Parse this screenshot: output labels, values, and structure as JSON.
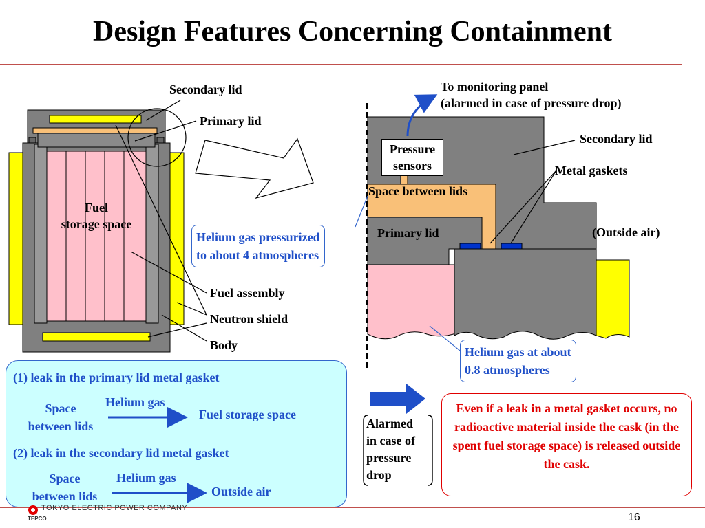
{
  "title": "Design Features Concerning Containment",
  "left_diagram": {
    "fuel_storage_label": [
      "Fuel",
      "storage space"
    ],
    "secondary_lid": "Secondary lid",
    "primary_lid": "Primary lid",
    "fuel_assembly": "Fuel assembly",
    "neutron_shield": "Neutron shield",
    "body": "Body",
    "helium_callout": [
      "Helium gas pressurized",
      "to about 4 atmospheres"
    ]
  },
  "right_diagram": {
    "monitoring": [
      "To monitoring panel",
      "(alarmed in case of pressure drop)"
    ],
    "secondary_lid": "Secondary lid",
    "pressure_sensors": [
      "Pressure",
      "sensors"
    ],
    "metal_gaskets": "Metal gaskets",
    "space_between_lids": "Space between lids",
    "primary_lid": "Primary lid",
    "outside_air": "(Outside air)",
    "helium_callout": [
      "Helium gas at about",
      "0.8 atmospheres"
    ]
  },
  "leak_cases": {
    "case1_title": "(1) leak in the primary lid metal gasket",
    "case1_from": [
      "Space",
      "between lids"
    ],
    "case1_gas": "Helium gas",
    "case1_to": "Fuel storage space",
    "case2_title": "(2) leak in the secondary lid metal gasket",
    "case2_from": [
      "Space",
      "between lids"
    ],
    "case2_gas": "Helium gas",
    "case2_to": "Outside air"
  },
  "alarm_text": [
    "Alarmed",
    "in case of",
    "pressure",
    "drop"
  ],
  "result_text": "Even if a leak in a metal gasket occurs, no radioactive material inside the cask (in the spent fuel storage space) is released outside the cask.",
  "footer": {
    "company": "TOKYO ELECTRIC POWER COMPANY",
    "abbr": "TEPCO",
    "page_number": "16"
  },
  "colors": {
    "body_gray": "#808080",
    "neutron_yellow": "#ffff00",
    "fuel_pink": "#ffc0cb",
    "lid_space_orange": "#f9c078",
    "gasket_blue": "#0033cc",
    "callout_blue": "#1f4fc8",
    "result_red": "#e00000",
    "leak_box_cyan": "#ccffff"
  }
}
